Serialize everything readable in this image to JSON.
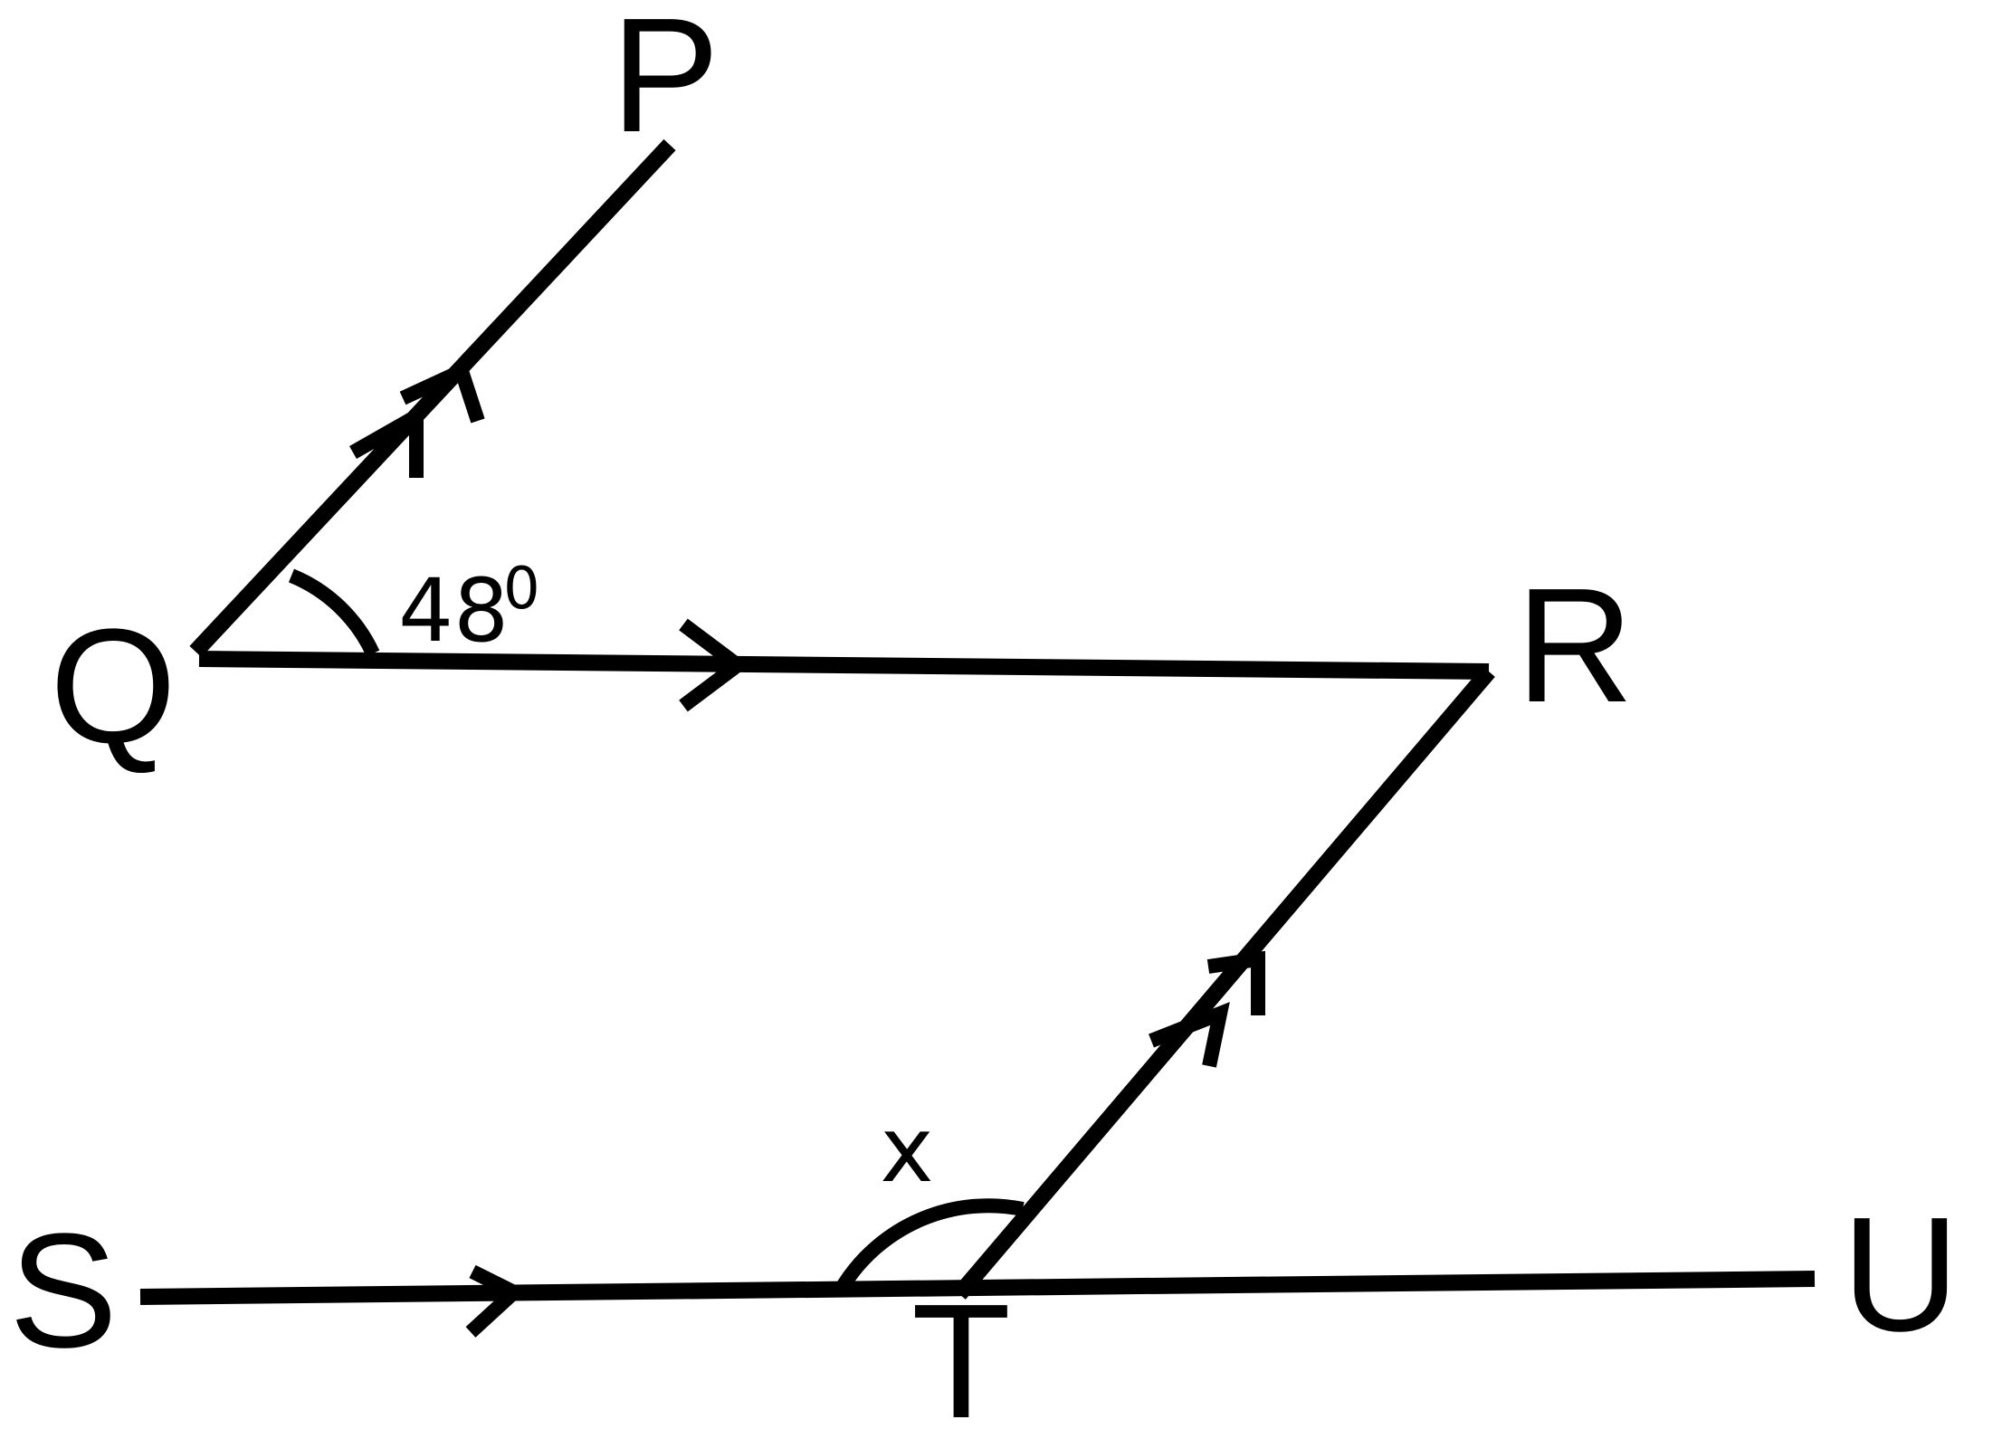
{
  "points": {
    "P": "P",
    "Q": "Q",
    "R": "R",
    "S": "S",
    "T": "T",
    "U": "U"
  },
  "angles": {
    "PQR": {
      "value": "48",
      "degree": "0"
    },
    "unknown": "x"
  },
  "colors": {
    "stroke": "#000000",
    "background": "#ffffff"
  }
}
